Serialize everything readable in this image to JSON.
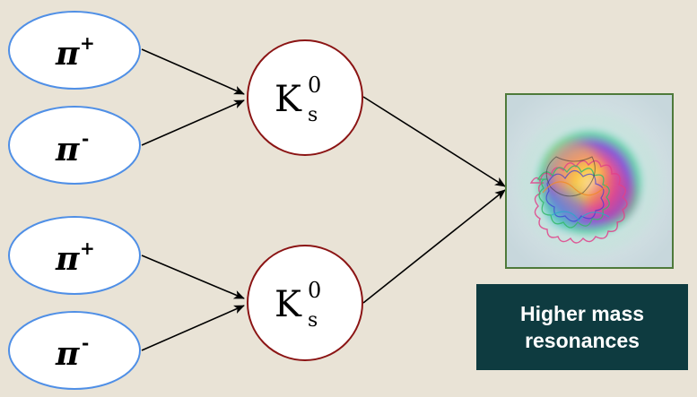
{
  "diagram": {
    "pions": [
      {
        "symbol": "π",
        "charge": "+"
      },
      {
        "symbol": "π",
        "charge": "-"
      },
      {
        "symbol": "π",
        "charge": "+"
      },
      {
        "symbol": "π",
        "charge": "-"
      }
    ],
    "kaons": [
      {
        "symbol": "K",
        "superscript": "0",
        "subscript": "s"
      },
      {
        "symbol": "K",
        "superscript": "0",
        "subscript": "s"
      }
    ],
    "resonance_caption": {
      "line1": "Higher mass",
      "line2": "resonances"
    }
  },
  "colors": {
    "background": "#e9e3d6",
    "pion_border": "#4f8fe6",
    "kaon_border": "#8b1414",
    "node_fill": "#ffffff",
    "caption_background": "#0e3b40",
    "image_border": "#4e7a3a"
  }
}
